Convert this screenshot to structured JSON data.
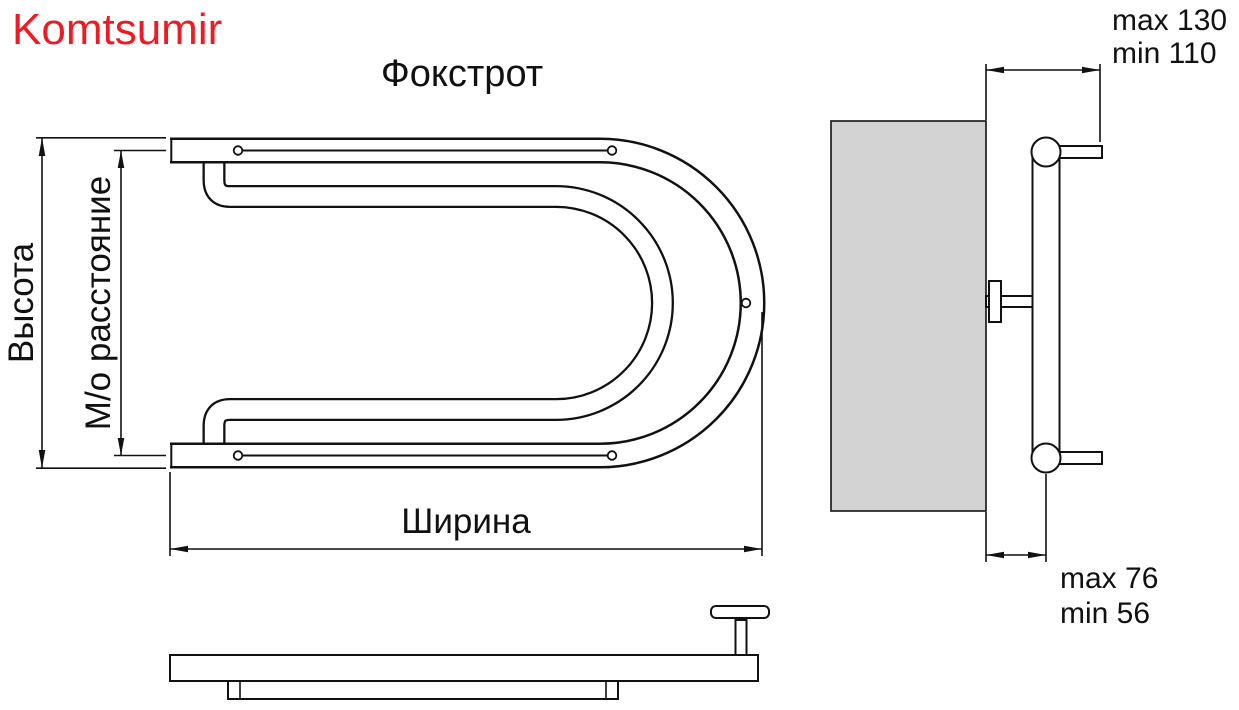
{
  "brand": "Komtsumir",
  "title": "Фокстрот",
  "front_view": {
    "height_label": "Высота",
    "axial_label": "М/о расстояние",
    "width_label": "Ширина"
  },
  "side_view": {
    "top_dim": {
      "max": "max 130",
      "min": "min 110"
    },
    "bottom_dim": {
      "max": "max 76",
      "min": "min 56"
    }
  },
  "colors": {
    "brand": "#ed1c24",
    "line": "#111111",
    "wall": "#d3d3d3"
  }
}
